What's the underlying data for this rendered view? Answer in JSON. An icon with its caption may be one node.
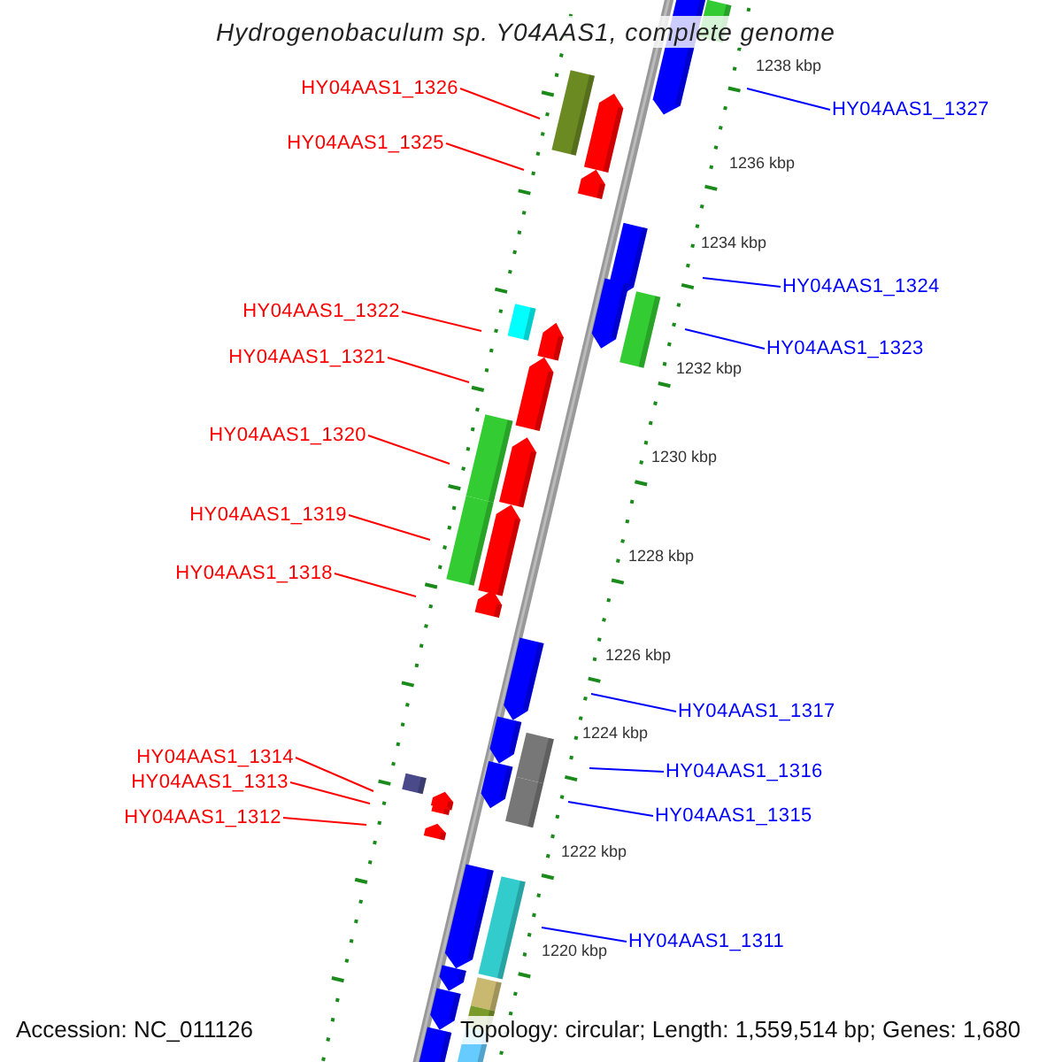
{
  "diagram": {
    "title": "Hydrogenobaculum sp. Y04AAS1, complete genome",
    "nodes": [
      {
        "text": [
          "HY04AAS1_1326"
        ]
      },
      {
        "text": [
          "HY04AAS1_1325"
        ]
      },
      {
        "text": [
          "HY04AAS1_1327"
        ]
      },
      {
        "text": [
          "HY04AAS1_1324"
        ]
      },
      {
        "text": [
          "HY04AAS1_1322"
        ]
      },
      {
        "text": [
          "HY04AAS1_1323"
        ]
      },
      {
        "text": [
          "HY04AAS1_1321"
        ]
      },
      {
        "text": [
          "HY04AAS1_1320"
        ]
      },
      {
        "text": [
          "HY04AAS1_1319"
        ]
      },
      {
        "text": [
          "HY04AAS1_1318"
        ]
      },
      {
        "text": [
          "HY04AAS1_1317"
        ]
      },
      {
        "text": [
          "HY04AAS1_1316"
        ]
      },
      {
        "text": [
          "HY04AAS1_1314"
        ]
      },
      {
        "text": [
          "HY04AAS1_1313"
        ]
      },
      {
        "text": [
          "HY04AAS1_1315"
        ]
      },
      {
        "text": [
          "HY04AAS1_1312"
        ]
      },
      {
        "text": [
          "HY04AAS1_1311"
        ]
      }
    ],
    "edges": [
      {
        "from": 0,
        "to": null,
        "arrow": "none"
      },
      {
        "from": 1,
        "to": null,
        "arrow": "none"
      },
      {
        "from": 2,
        "to": null,
        "arrow": "none",
        "color": "#0000ff"
      },
      {
        "from": 3,
        "to": null,
        "arrow": "none",
        "color": "#0000ff"
      },
      {
        "from": 4,
        "to": null,
        "arrow": "none"
      },
      {
        "from": 5,
        "to": null,
        "arrow": "none",
        "color": "#0000ff"
      },
      {
        "from": 6,
        "to": null,
        "arrow": "none"
      },
      {
        "from": 7,
        "to": null,
        "arrow": "none"
      },
      {
        "from": 8,
        "to": null,
        "arrow": "none"
      },
      {
        "from": 9,
        "to": null,
        "arrow": "none"
      },
      {
        "from": 10,
        "to": null,
        "arrow": "none",
        "color": "#0000ff"
      },
      {
        "from": 11,
        "to": null,
        "arrow": "none",
        "color": "#0000ff"
      },
      {
        "from": 12,
        "to": null,
        "arrow": "none"
      },
      {
        "from": 13,
        "to": null,
        "arrow": "none"
      },
      {
        "from": 14,
        "to": null,
        "arrow": "none",
        "color": "#0000ff"
      },
      {
        "from": 15,
        "to": null,
        "arrow": "none"
      },
      {
        "from": 16,
        "to": null,
        "arrow": "none",
        "color": "#0000ff"
      }
    ],
    "labels": [
      "1238 kbp",
      "1236 kbp",
      "1234 kbp",
      "1232 kbp",
      "1230 kbp",
      "1228 kbp",
      "1226 kbp",
      "1224 kbp",
      "1222 kbp",
      "1220 kbp",
      "Accession: NC_011126",
      "Topology: circular; Length: 1,559,514 bp; Genes: 1,680"
    ]
  }
}
